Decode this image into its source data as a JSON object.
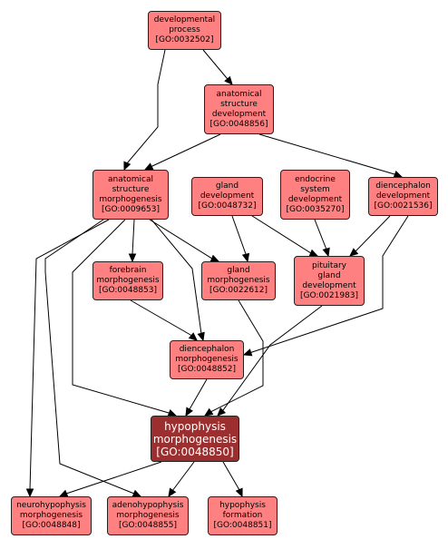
{
  "nodes": {
    "dev_process": {
      "lines": [
        "developmental",
        "process",
        "[GO:0032502]"
      ],
      "focus": false
    },
    "anat_dev": {
      "lines": [
        "anatomical",
        "structure",
        "development",
        "[GO:0048856]"
      ],
      "focus": false
    },
    "anat_morph": {
      "lines": [
        "anatomical",
        "structure",
        "morphogenesis",
        "[GO:0009653]"
      ],
      "focus": false
    },
    "gland_dev": {
      "lines": [
        "gland",
        "development",
        "[GO:0048732]"
      ],
      "focus": false
    },
    "endocrine_dev": {
      "lines": [
        "endocrine",
        "system",
        "development",
        "[GO:0035270]"
      ],
      "focus": false
    },
    "dien_dev": {
      "lines": [
        "diencephalon",
        "development",
        "[GO:0021536]"
      ],
      "focus": false
    },
    "forebrain_morph": {
      "lines": [
        "forebrain",
        "morphogenesis",
        "[GO:0048853]"
      ],
      "focus": false
    },
    "gland_morph": {
      "lines": [
        "gland",
        "morphogenesis",
        "[GO:0022612]"
      ],
      "focus": false
    },
    "pituitary_dev": {
      "lines": [
        "pituitary",
        "gland",
        "development",
        "[GO:0021983]"
      ],
      "focus": false
    },
    "dien_morph": {
      "lines": [
        "diencephalon",
        "morphogenesis",
        "[GO:0048852]"
      ],
      "focus": false
    },
    "hypo_morph": {
      "lines": [
        "hypophysis",
        "morphogenesis",
        "[GO:0048850]"
      ],
      "focus": true
    },
    "neuro_morph": {
      "lines": [
        "neurohypophysis",
        "morphogenesis",
        "[GO:0048848]"
      ],
      "focus": false
    },
    "adeno_morph": {
      "lines": [
        "adenohypophysis",
        "morphogenesis",
        "[GO:0048855]"
      ],
      "focus": false
    },
    "hypo_form": {
      "lines": [
        "hypophysis",
        "formation",
        "[GO:0048851]"
      ],
      "focus": false
    }
  },
  "colors": {
    "node_fill": "#ff8080",
    "focus_fill": "#9b2f2f",
    "edge": "#000000"
  }
}
